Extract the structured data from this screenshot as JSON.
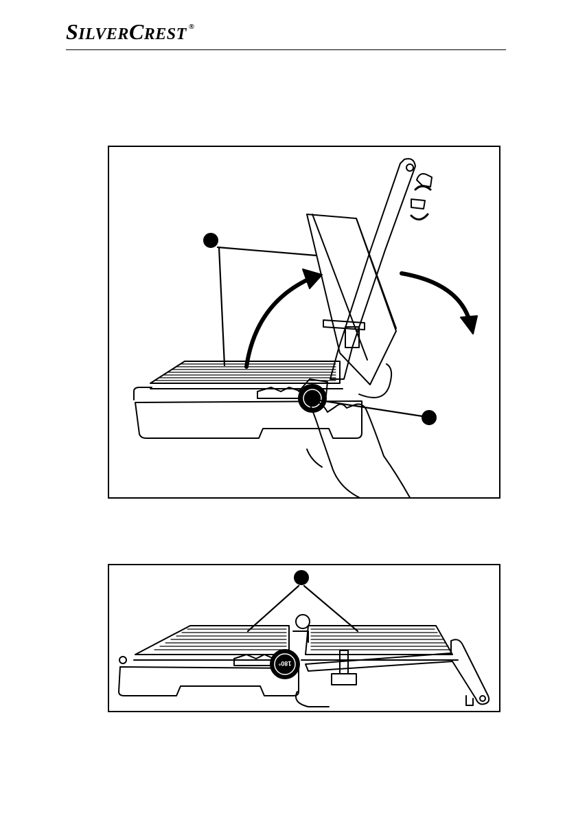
{
  "header": {
    "brand": {
      "part1_initial": "S",
      "part1_rest": "ILVER",
      "part2_initial": "C",
      "part2_rest": "REST",
      "registered": "®"
    }
  },
  "figures": [
    {
      "callouts": [
        "",
        ""
      ]
    },
    {
      "callouts": [
        ""
      ],
      "dial_label": "180°"
    }
  ]
}
